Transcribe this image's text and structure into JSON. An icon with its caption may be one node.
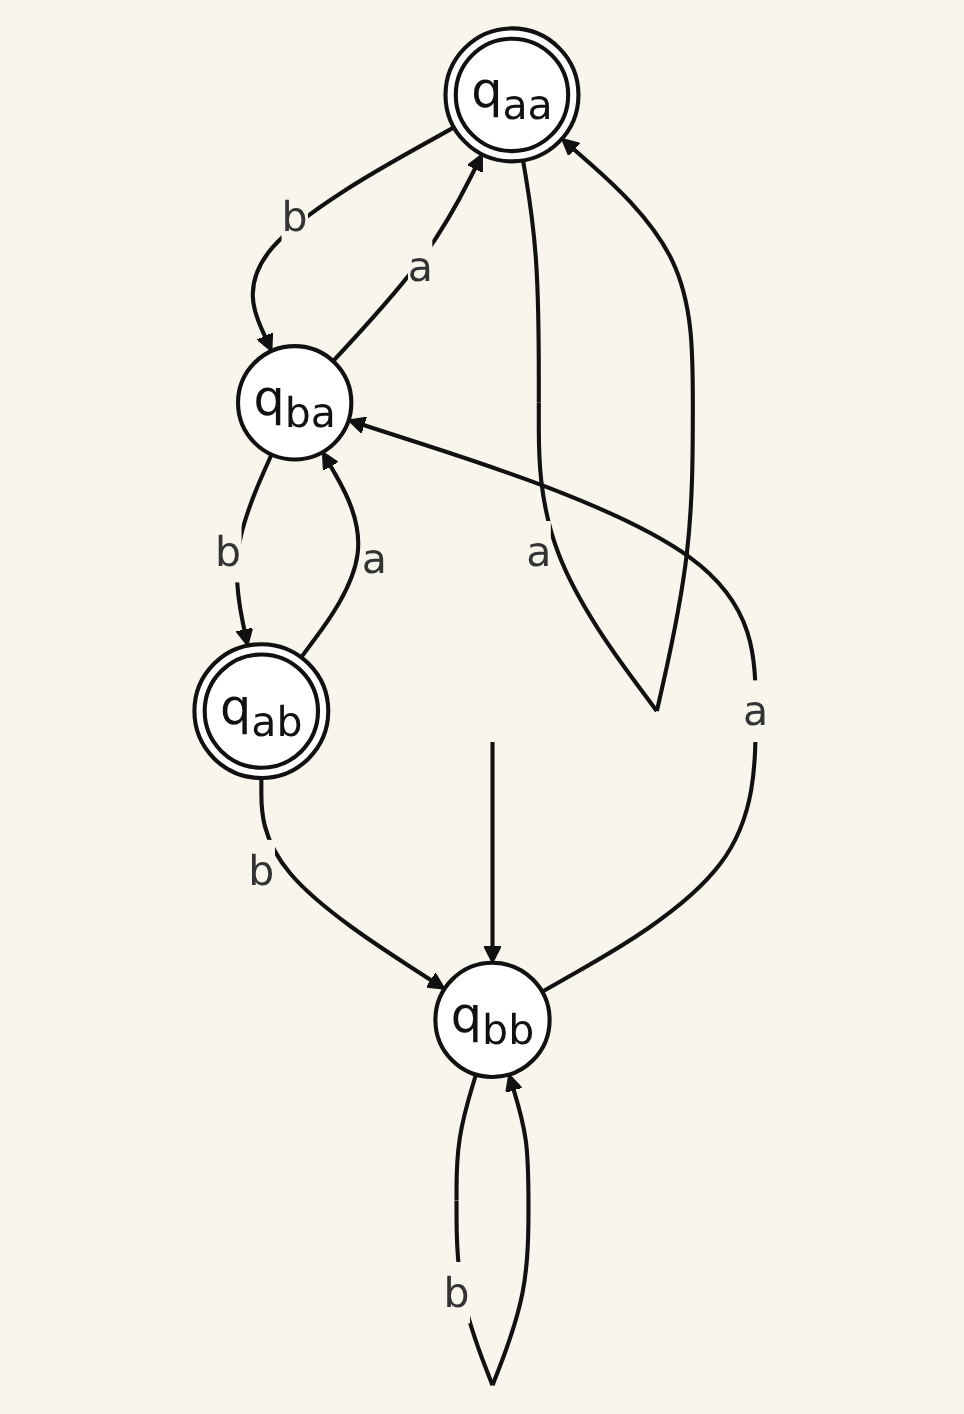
{
  "diagram": {
    "nodes": [
      {
        "text": [
          "q$_{aa}$"
        ]
      },
      {
        "text": [
          "q$_{ab}$"
        ]
      },
      {
        "text": [
          "q$_{ba}$"
        ]
      },
      {
        "text": [
          "q$_{bb}$"
        ]
      }
    ],
    "edges": [
      {
        "from": 0,
        "to": 0,
        "arrow": "to",
        "label": "a"
      },
      {
        "from": 0,
        "to": 2,
        "arrow": "to",
        "label": "b"
      },
      {
        "from": 1,
        "to": 3,
        "arrow": "to",
        "label": "b"
      },
      {
        "from": 1,
        "to": 2,
        "arrow": "to",
        "label": "a"
      },
      {
        "from": 2,
        "to": 1,
        "arrow": "to",
        "label": "b"
      },
      {
        "from": 2,
        "to": 0,
        "arrow": "to",
        "label": "a"
      },
      {
        "from": 3,
        "to": 2,
        "arrow": "to",
        "label": "a"
      },
      {
        "from": 3,
        "to": 3,
        "arrow": "to",
        "label": "b"
      },
      {
        "from": null,
        "to": 3,
        "arrow": "to"
      }
    ]
  }
}
